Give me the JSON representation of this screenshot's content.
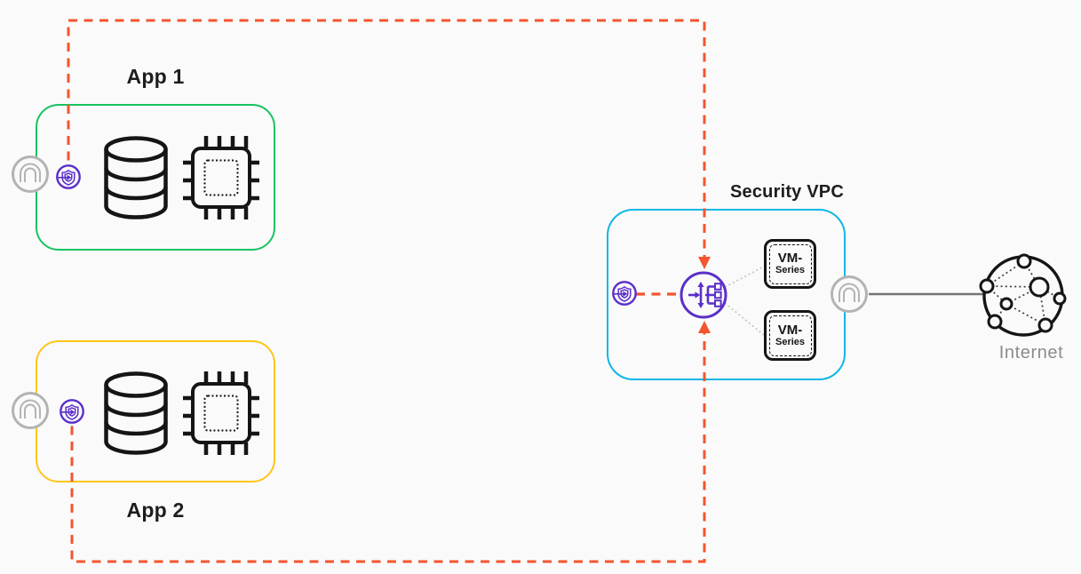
{
  "colors": {
    "app1-border": "#17c35f",
    "app2-border": "#fec51b",
    "security-vpc-border": "#0cb8e6",
    "flow-dash": "#f4552f",
    "aws-purple": "#5b2fc9",
    "icon-gray": "#b3b3b3",
    "line-gray": "#757575",
    "dotted-gray": "#c2c2c2",
    "globe-dot": "#3b3b3b",
    "text-dark": "#1d1d1f",
    "text-gray": "#8c8c8c",
    "icon-black": "#151515",
    "background": "#fafafa"
  },
  "app1": {
    "label": "App 1"
  },
  "app2": {
    "label": "App 2"
  },
  "security_vpc": {
    "label": "Security VPC"
  },
  "vm_series": [
    {
      "line1": "VM-",
      "line2": "Series"
    },
    {
      "line1": "VM-",
      "line2": "Series"
    }
  ],
  "internet": {
    "label": "Internet"
  },
  "icons": {
    "gray_circle": "internet-gateway-icon",
    "purple_circle": "gwlb-endpoint-icon",
    "center_circle": "gateway-load-balancer-icon",
    "cylinder": "database-icon",
    "chip": "cpu-icon",
    "globe": "internet-globe-icon"
  }
}
